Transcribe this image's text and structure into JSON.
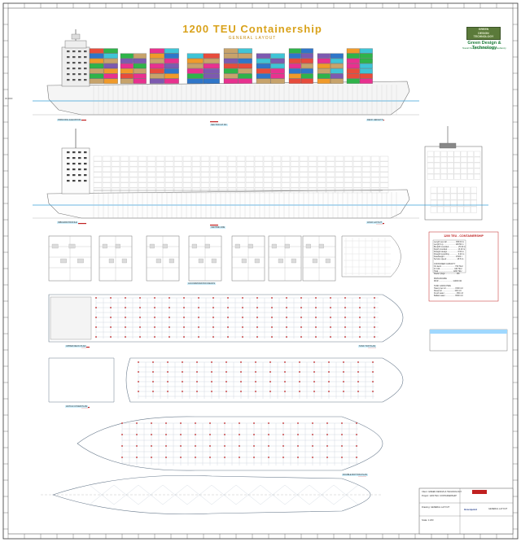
{
  "header": {
    "title": "1200 TEU Containership",
    "subtitle": "GENERAL LAYOUT"
  },
  "brand": {
    "logo_lines": [
      "GREEN",
      "DESIGN",
      "TECHNOLOGY"
    ],
    "name": "Green Design & Technology",
    "tagline": "Naval Design | Fast Design Consultancy"
  },
  "colors": {
    "frame": "#333333",
    "hull_line": "#7d7d7d",
    "waterline": "#3aa0d8",
    "deck_grid": "#9aa4b0",
    "accent_red": "#c02020",
    "title_gold": "#d9a21b",
    "brand_green": "#1e7d3a"
  },
  "container_colors": [
    "#2fb34a",
    "#e8318f",
    "#2f76c9",
    "#c7a36b",
    "#f09a2a",
    "#e74c3c",
    "#3fc4d6",
    "#7d5ab0"
  ],
  "panel_labels": {
    "profile_1_left": "PRINCIPAL ELEVATION",
    "profile_1_mid": "SECTION AT FR.",
    "profile_1_right": "DECK HEIGHTS",
    "profile_2_left": "INBOARD PROFILE",
    "profile_2_mid": "CENTRE LINE",
    "profile_2_right": "HOLD LAYOUT",
    "plan_a": "UPPER DECK PLAN",
    "plan_b": "TANK TOP PLAN",
    "plan_c": "HATCH COVER PLAN",
    "plan_d": "DOUBLE BOTTOM PLAN",
    "accommodation": "ACCOMMODATION DECKS"
  },
  "particulars": {
    "title": "1200 TEU - CONTAINERSHIP",
    "lines": [
      "Length over all ............... 158.00 m",
      "Length b.p. .................... 148.50 m",
      "Breadth moulded ................ 25.00 m",
      "Depth moulded .................. 13.20 m",
      "Draught design .................. 8.50 m",
      "Draught scantling ............... 9.20 m",
      "Deadweight ................... 17000 t",
      "Service speed .................. 18.5 kn",
      "",
      "CONTAINER CAPACITY",
      "On deck ........................ 760 TEU",
      "In hold ......................... 440 TEU",
      "Total .......................... 1200 TEU",
      "Reefer plugs ................... 150",
      "",
      "MAIN ENGINE",
      "MCR ......................... 11000 kW",
      "",
      "TANK CAPACITIES",
      "Heavy fuel oil ................ 1500 m3",
      "Diesel oil ...................... 200 m3",
      "Fresh water ..................... 250 m3",
      "Ballast water ................. 6500 m3"
    ]
  },
  "title_block": {
    "rows": [
      "Client: GREEN DESIGN & TECHNOLOGY",
      "Project: 1200 TEU CONTAINERSHIP",
      "Drawing: GENERAL LAYOUT",
      "Scale: 1:200"
    ],
    "company": "Greenpoint",
    "drawing_name": "GENERAL LAYOUT"
  },
  "frame_ref": "00.0000"
}
